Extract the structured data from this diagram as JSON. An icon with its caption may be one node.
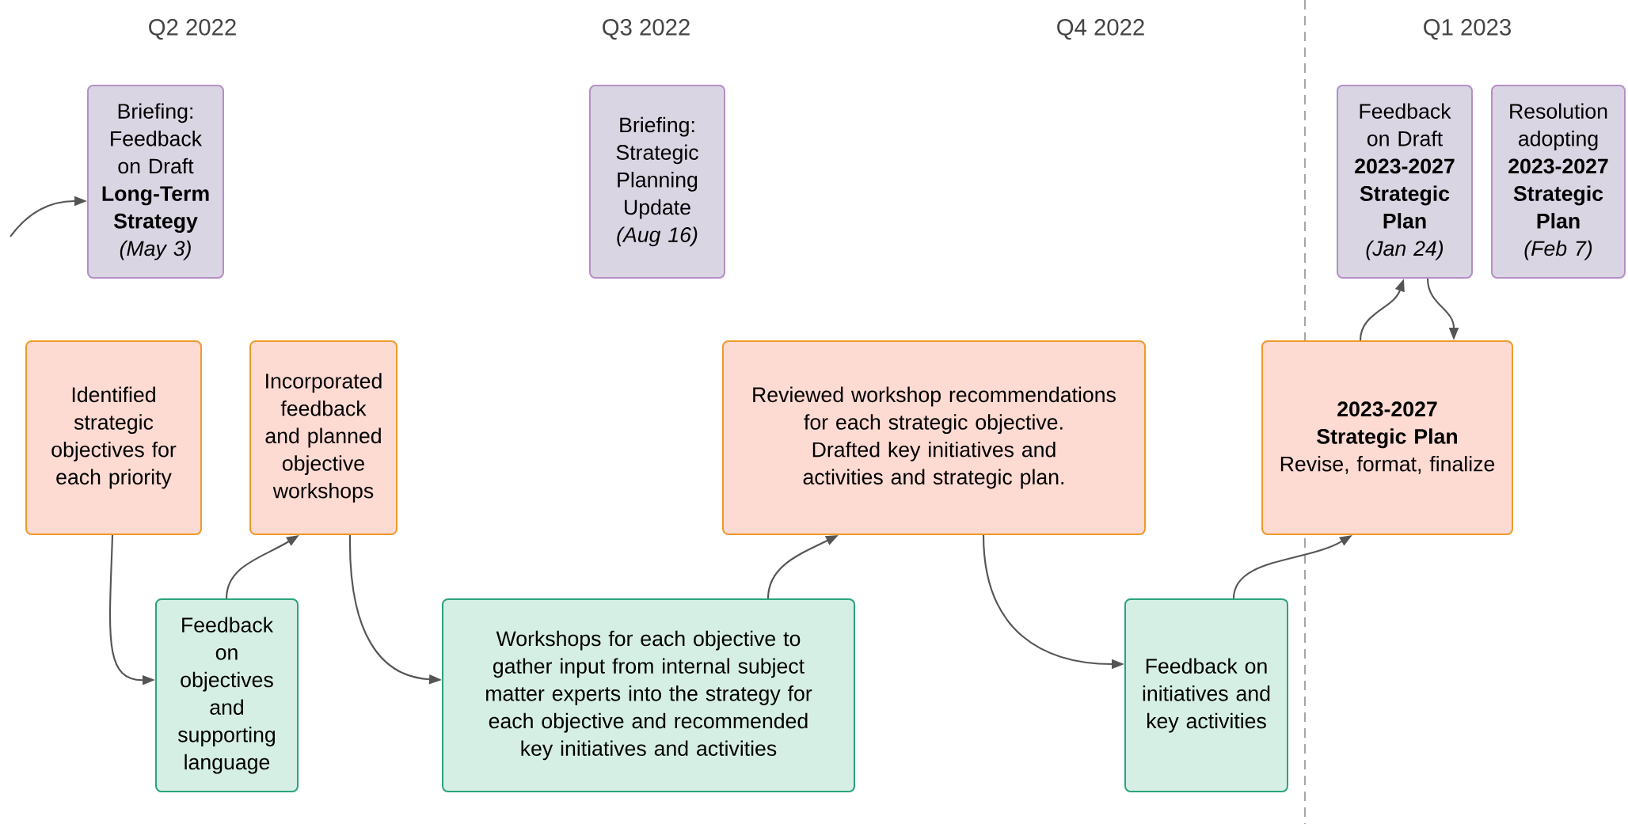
{
  "diagram": {
    "nodes": [
      {
        "text": [
          "Briefing: Feedback on Draft **Long-Term Strategy**",
          "(May 3)"
        ]
      },
      {
        "text": [
          "Briefing: Strategic Planning Update",
          "(Aug 16)"
        ]
      },
      {
        "text": [
          "Feedback on Draft **2023-2027 Strategic Plan**",
          "(Jan 24)"
        ]
      },
      {
        "text": [
          "Resolution adopting **2023-2027 Strategic Plan**",
          "(Feb 7)"
        ]
      },
      {
        "text": [
          "Identified strategic objectives for each priority"
        ]
      },
      {
        "text": [
          "Incorporated feedback and planned objective workshops"
        ]
      },
      {
        "text": [
          "Reviewed workshop recommendations for each strategic objective. Drafted key initiatives and activities and strategic plan."
        ]
      },
      {
        "text": [
          "2023-2027 Strategic Plan",
          "Revise, format, finalize"
        ]
      },
      {
        "text": [
          "Feedback on objectives and supporting language"
        ]
      },
      {
        "text": [
          "Workshops for each objective to gather input from internal subject matter experts into the strategy for each objective and recommended key initiatives and activities"
        ]
      },
      {
        "text": [
          "Feedback on initiatives and key activities"
        ]
      }
    ],
    "edges": [
      {
        "from": null,
        "to": 0,
        "arrow": "to"
      },
      {
        "from": 4,
        "to": 8,
        "arrow": "to"
      },
      {
        "from": 8,
        "to": 5,
        "arrow": "to"
      },
      {
        "from": 5,
        "to": 9,
        "arrow": "to"
      },
      {
        "from": 9,
        "to": 6,
        "arrow": "to"
      },
      {
        "from": 6,
        "to": 10,
        "arrow": "to"
      },
      {
        "from": 10,
        "to": 7,
        "arrow": "to"
      },
      {
        "from": 7,
        "to": 2,
        "arrow": "to"
      },
      {
        "from": 2,
        "to": 7,
        "arrow": "to"
      }
    ],
    "labels": [
      "Q2 2022",
      "Q3 2022",
      "Q4 2022",
      "Q1 2023"
    ]
  }
}
